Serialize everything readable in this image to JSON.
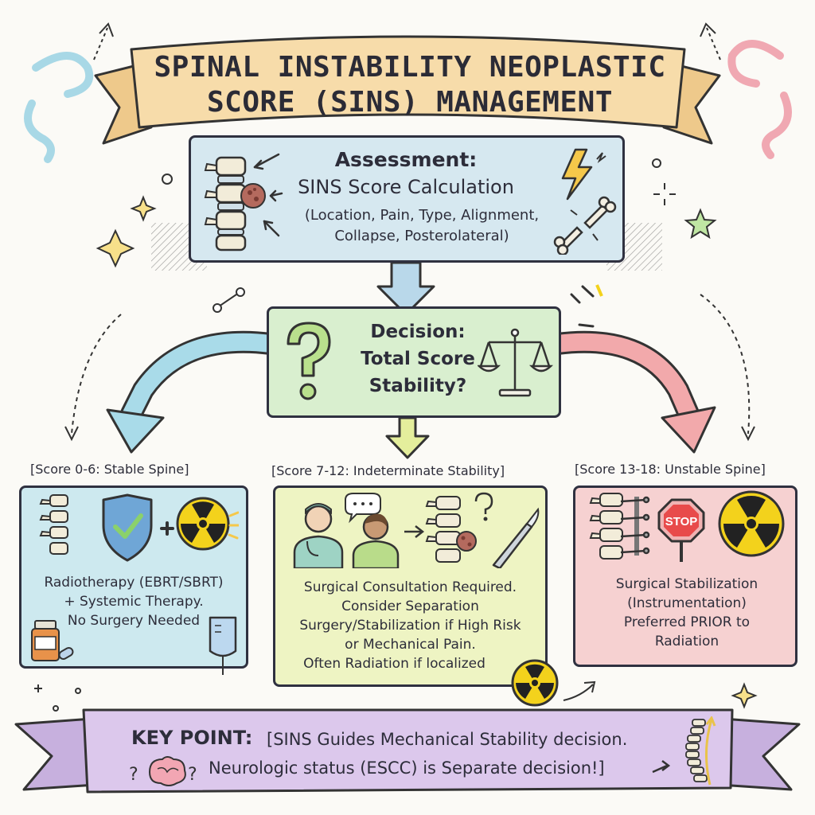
{
  "title": {
    "line1": "SPINAL INSTABILITY NEOPLASTIC",
    "line2": "SCORE (SINS) MANAGEMENT"
  },
  "assessment": {
    "heading": "Assessment:",
    "subheading": "SINS Score Calculation",
    "details_line1": "(Location, Pain, Type, Alignment,",
    "details_line2": "Collapse, Posterolateral)"
  },
  "decision": {
    "line1": "Decision:",
    "line2": "Total Score",
    "line3": "Stability?"
  },
  "outcomes": [
    {
      "label": "[Score 0-6: Stable Spine]",
      "lines": [
        "Radiotherapy (EBRT/SBRT)",
        "+ Systemic Therapy.",
        "No Surgery Needed"
      ]
    },
    {
      "label": "[Score 7-12: Indeterminate Stability]",
      "lines": [
        "Surgical Consultation Required.",
        "Consider Separation",
        "Surgery/Stabilization if High Risk",
        "or Mechanical Pain.",
        "Often Radiation if localized"
      ]
    },
    {
      "label": "[Score 13-18: Unstable Spine]",
      "lines": [
        "Surgical Stabilization",
        "(Instrumentation)",
        "Preferred PRIOR to",
        "Radiation"
      ]
    }
  ],
  "key_point": {
    "title": "KEY POINT:",
    "line1": "[SINS Guides Mechanical Stability decision.",
    "line2": "Neurologic status (ESCC) is Separate decision!]"
  },
  "stop_sign": "STOP",
  "icons": [
    "spine-icon",
    "tumor-icon",
    "lightning-icon",
    "broken-bone-icon",
    "question-mark-icon",
    "balance-scale-icon",
    "shield-check-icon",
    "radiation-icon",
    "pill-bottle-icon",
    "iv-bag-icon",
    "doctor-icon",
    "patient-icon",
    "scalpel-icon",
    "stop-sign-icon",
    "brain-icon",
    "sparkle-icon"
  ],
  "colors": {
    "title_ribbon": "#f7dcaa",
    "assessment_fill": "#d6e8f0",
    "decision_fill": "#d9efcf",
    "stable_fill": "#cde9ef",
    "indeterminate_fill": "#eef4c3",
    "unstable_fill": "#f6d1d1",
    "key_ribbon": "#dcc8ec",
    "radiation_yellow": "#f3d21c",
    "arrow_blue": "#a9dbe9",
    "arrow_pink": "#f2a9ab",
    "arrow_yellow": "#e4ee9c"
  }
}
